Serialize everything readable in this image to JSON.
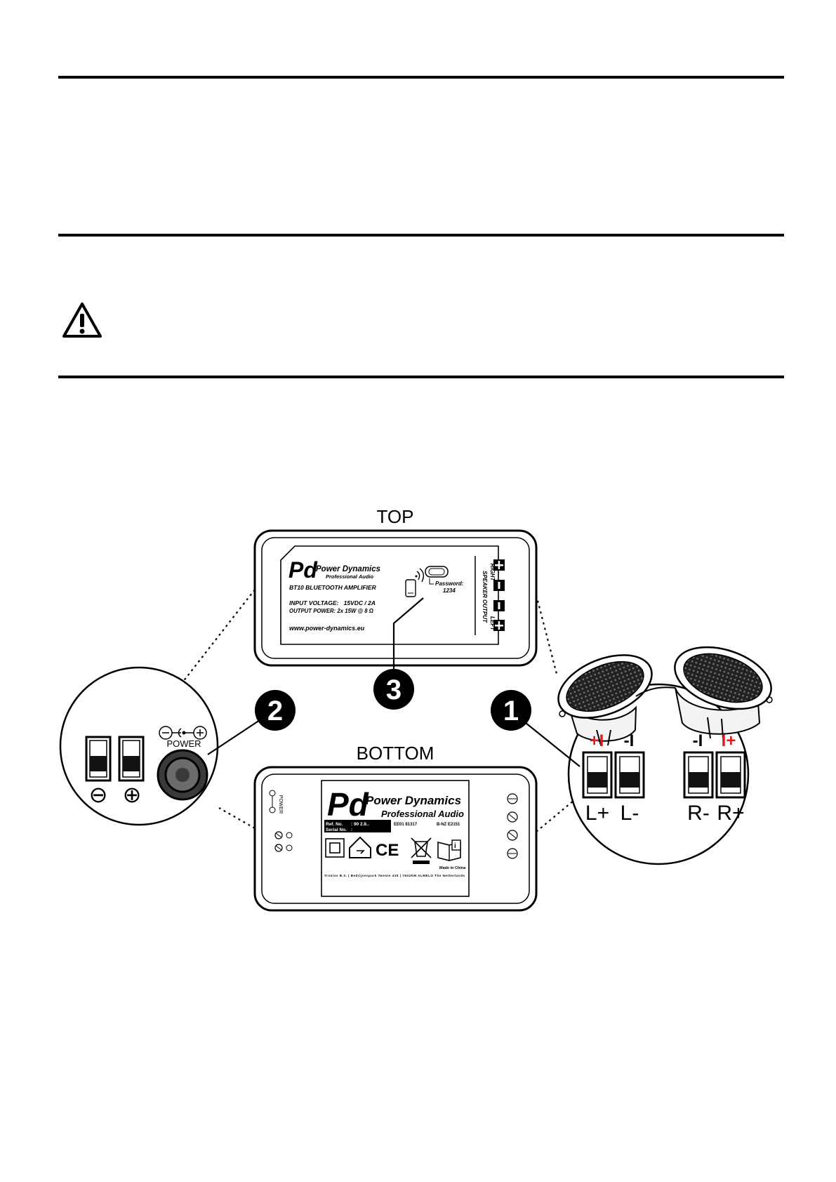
{
  "diagram": {
    "top_label": "TOP",
    "bottom_label": "BOTTOM",
    "callouts": [
      "1",
      "2",
      "3"
    ],
    "top_label_panel": {
      "brand": "Power Dynamics",
      "brand_sub": "Professional Audio",
      "model": "BT10 BLUETOOTH AMPLIFIER",
      "input_voltage": "INPUT VOLTAGE:   15VDC / 2A",
      "output_power": "OUTPUT POWER: 2x 15W @ 8 Ω",
      "website": "www.power-dynamics.eu",
      "password_label": "Password:",
      "password_value": "1234",
      "speaker_output": "SPEAKER OUTPUT",
      "right": "RIGHT",
      "left": "LEFT"
    },
    "bottom_label_panel": {
      "brand": "Power Dynamics",
      "brand_sub": "Professional Audio",
      "ref_label": "Ref. No.",
      "ref_value": ": 90 2.8..",
      "serial_label": "Serial No.",
      "serial_value": ":",
      "code_left": "EE01 81317",
      "code_right": "B-NZ E2151",
      "made_in": "Made in China",
      "address": "Tronios B.V. | Bedrijvenpark Twente 415 | 7602KM ALMELO The Netherlands",
      "power_side": "POWER"
    },
    "power_detail": {
      "power_label": "POWER",
      "minus": "⊖",
      "plus": "⊕"
    },
    "speaker_detail": {
      "terminal_marks": [
        "+I",
        "-I",
        "-I",
        "I+"
      ],
      "terminal_labels": [
        "L+",
        "L-",
        "R-",
        "R+"
      ],
      "accent_color": "#e0191c"
    }
  }
}
